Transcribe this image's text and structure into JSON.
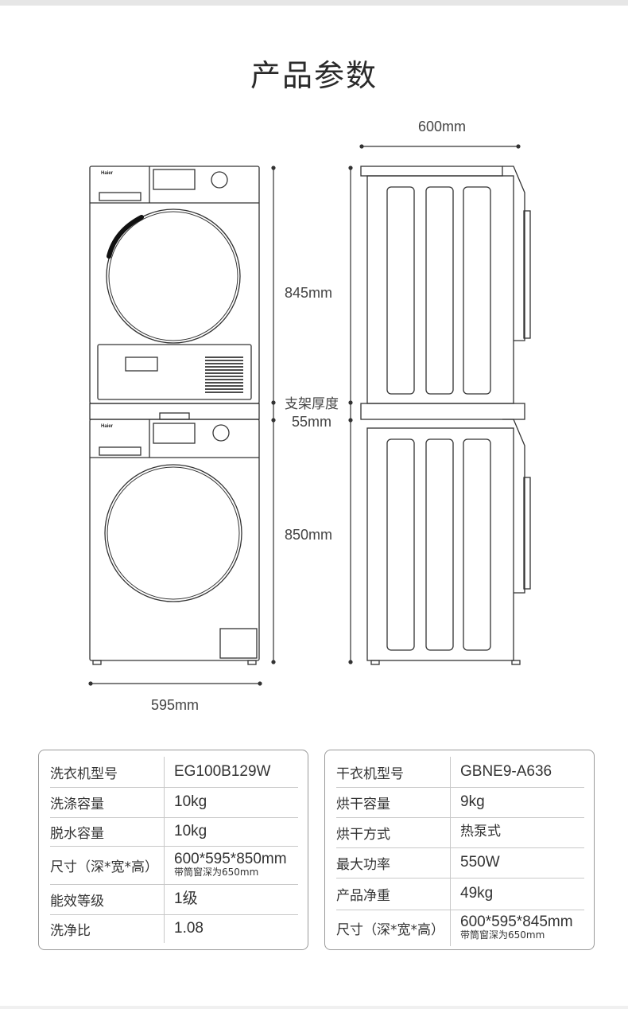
{
  "title": "产品参数",
  "dimensions": {
    "top_width": "600mm",
    "dryer_height": "845mm",
    "stand_label": "支架厚度",
    "stand_value": "55mm",
    "washer_height": "850mm",
    "bottom_width": "595mm"
  },
  "brand": "Haier",
  "washer_specs": [
    {
      "label": "洗衣机型号",
      "value": "EG100B129W"
    },
    {
      "label": "洗涤容量",
      "value": "10kg"
    },
    {
      "label": "脱水容量",
      "value": "10kg"
    },
    {
      "label": "尺寸（深*宽*高）",
      "value": "600*595*850mm",
      "note": "带筒窗深为650mm"
    },
    {
      "label": "能效等级",
      "value": "1级"
    },
    {
      "label": "洗净比",
      "value": "1.08"
    }
  ],
  "dryer_specs": [
    {
      "label": "干衣机型号",
      "value": "GBNE9-A636"
    },
    {
      "label": "烘干容量",
      "value": "9kg"
    },
    {
      "label": "烘干方式",
      "value": "热泵式"
    },
    {
      "label": "最大功率",
      "value": "550W"
    },
    {
      "label": "产品净重",
      "value": "49kg"
    },
    {
      "label": "尺寸（深*宽*高）",
      "value": "600*595*845mm",
      "note": "带筒窗深为650mm"
    }
  ]
}
